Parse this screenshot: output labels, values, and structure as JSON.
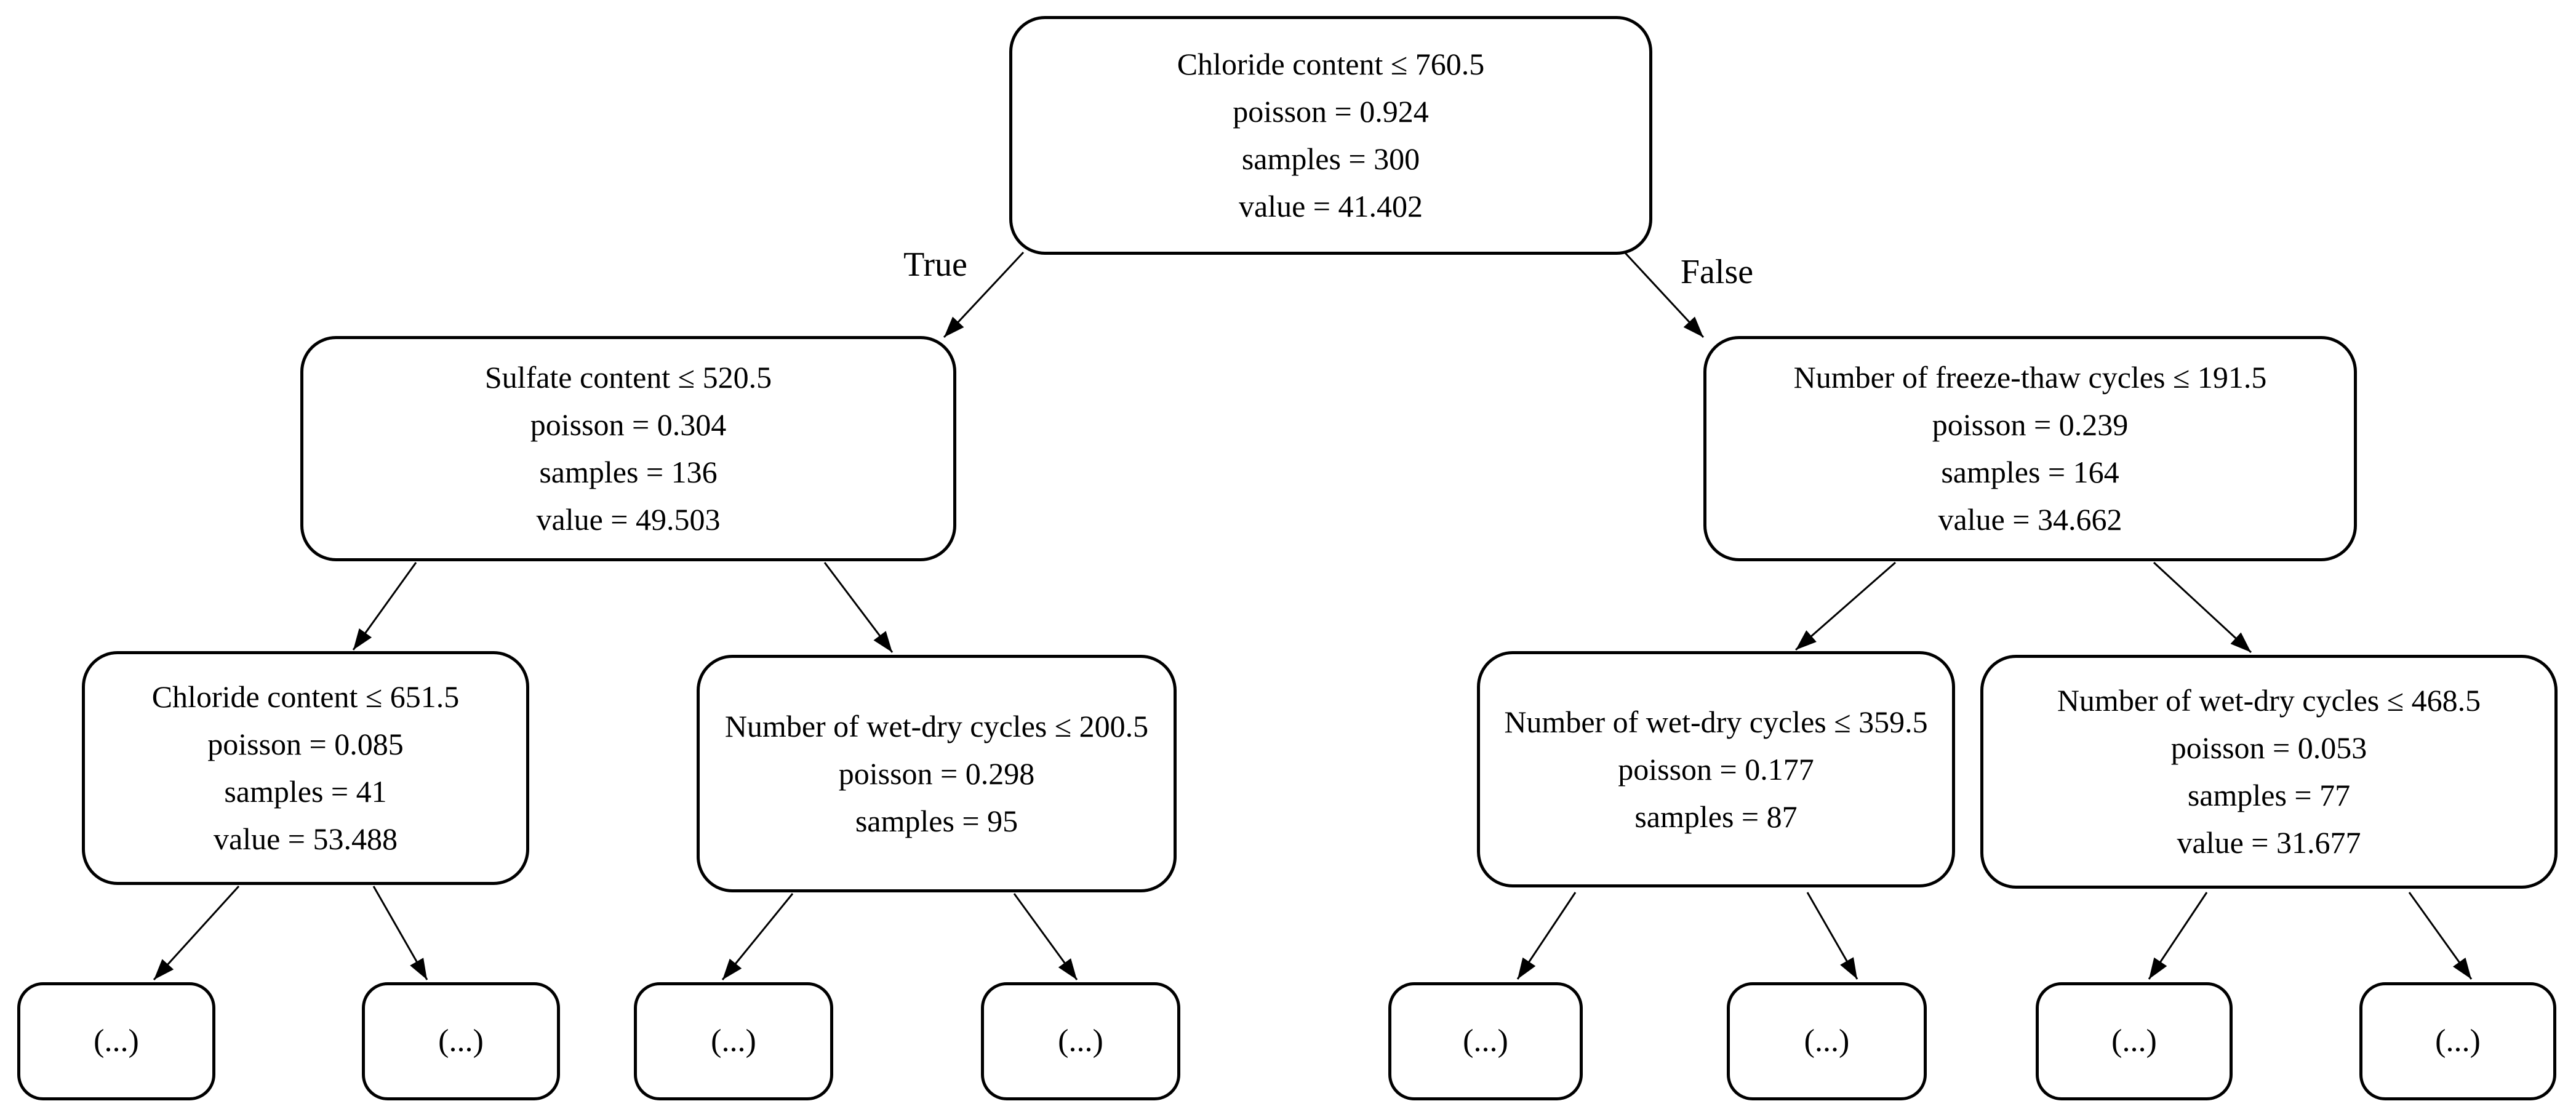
{
  "diagram": {
    "type": "decision-tree",
    "edge_labels": {
      "true_branch": "True",
      "false_branch": "False"
    },
    "nodes": {
      "root": {
        "lines": [
          "Chloride content ≤ 760.5",
          "poisson = 0.924",
          "samples = 300",
          "value = 41.402"
        ]
      },
      "left": {
        "lines": [
          "Sulfate content ≤ 520.5",
          "poisson = 0.304",
          "samples = 136",
          "value = 49.503"
        ]
      },
      "right": {
        "lines": [
          "Number of freeze-thaw cycles ≤ 191.5",
          "poisson = 0.239",
          "samples = 164",
          "value = 34.662"
        ]
      },
      "left_left": {
        "lines": [
          "Chloride content ≤ 651.5",
          "poisson = 0.085",
          "samples = 41",
          "value = 53.488"
        ]
      },
      "left_right": {
        "lines": [
          "Number of wet-dry cycles ≤ 200.5",
          "poisson = 0.298",
          "samples = 95"
        ]
      },
      "right_left": {
        "lines": [
          "Number of wet-dry cycles ≤ 359.5",
          "poisson = 0.177",
          "samples = 87"
        ]
      },
      "right_right": {
        "lines": [
          "Number of wet-dry cycles ≤ 468.5",
          "poisson = 0.053",
          "samples = 77",
          "value = 31.677"
        ]
      }
    },
    "leaves": [
      "(...)",
      "(...)",
      "(...)",
      "(...)",
      "(...)",
      "(...)",
      "(...)",
      "(...)"
    ]
  }
}
